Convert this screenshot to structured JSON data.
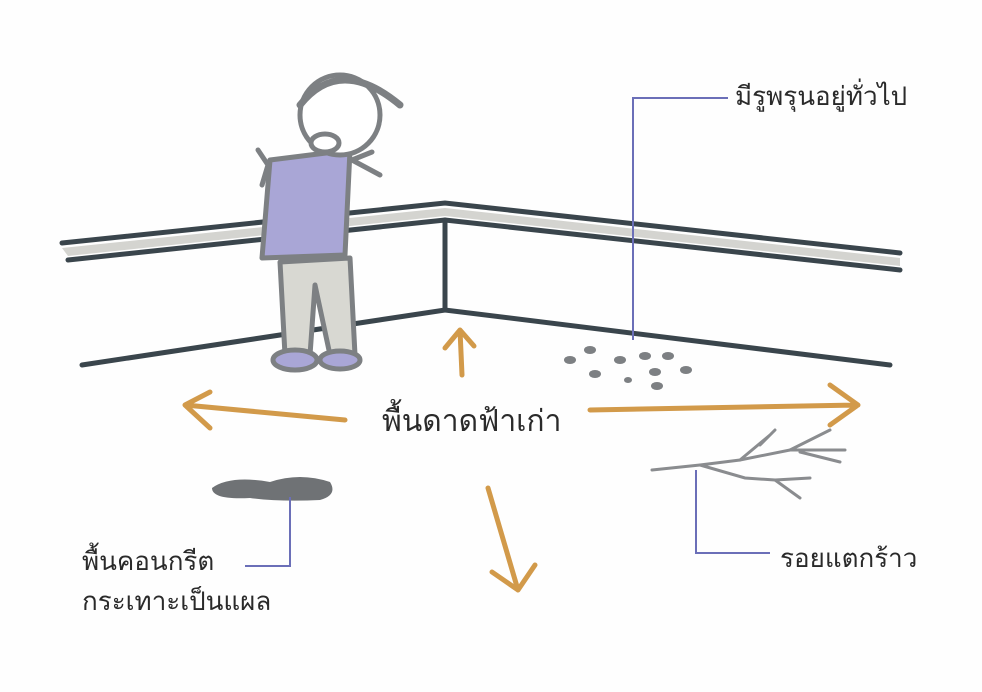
{
  "title": "พื้นดาดฟ้าเก่า",
  "labels": {
    "pores": "มีรูพรุนอยู่ทั่วไป",
    "crack": "รอยแตกร้าว",
    "spall_line1": "พื้นคอนกรีต",
    "spall_line2": "กระเทาะเป็นแผล"
  },
  "colors": {
    "arrow": "#d29a4a",
    "leader": "#6b6fb8",
    "wall": "#3a454c",
    "shirt": "#a9a6d6",
    "gray": "#8a8c8f"
  }
}
